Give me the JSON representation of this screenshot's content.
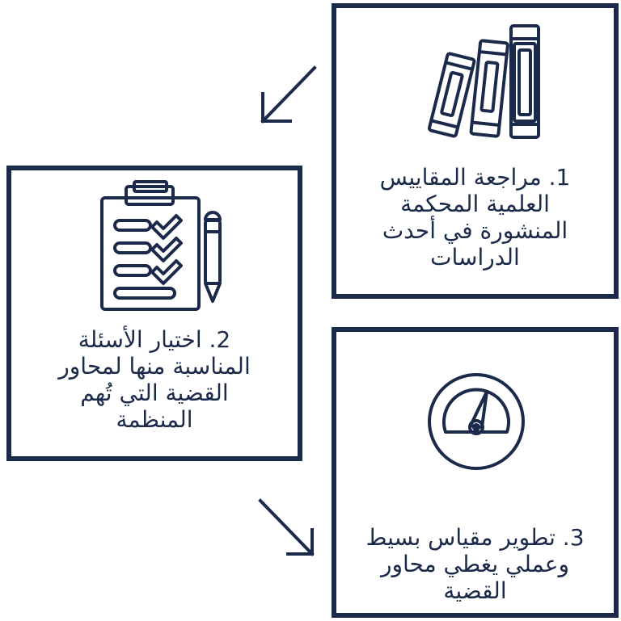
{
  "steps": [
    {
      "label": "1. مراجعة المقاييس\nالعلمية المحكمة\nالمنشورة في أحدث\nالدراسات",
      "icon": "books-icon"
    },
    {
      "label": "2. اختيار الأسئلة\nالمناسبة منها لمحاور\nالقضية التي تُهم\nالمنظمة",
      "icon": "clipboard-checklist-icon"
    },
    {
      "label": "3. تطوير مقياس بسيط\nوعملي يغطي محاور\nالقضية",
      "icon": "gauge-icon"
    }
  ],
  "colors": {
    "primary": "#1b2a4a",
    "background": "#ffffff"
  }
}
